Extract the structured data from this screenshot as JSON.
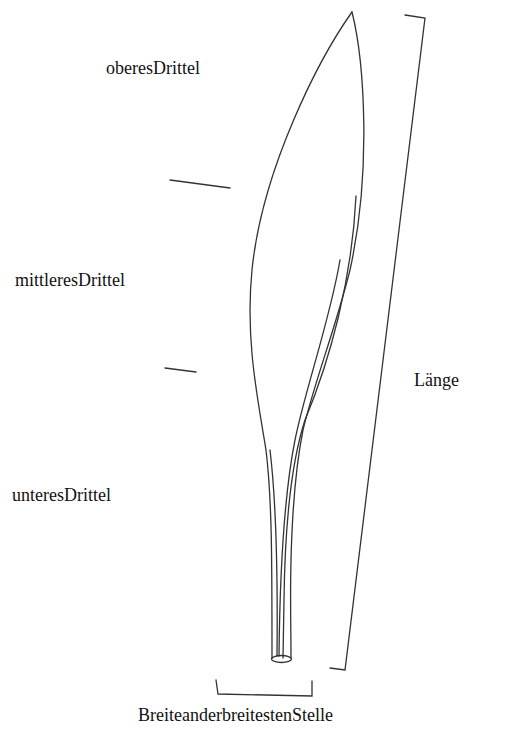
{
  "diagram": {
    "labels": [
      "oberesDrittel",
      "mittleresDrittel",
      "unteresDrittel",
      "Länge",
      "BreiteanderbreitestenStelle"
    ]
  }
}
